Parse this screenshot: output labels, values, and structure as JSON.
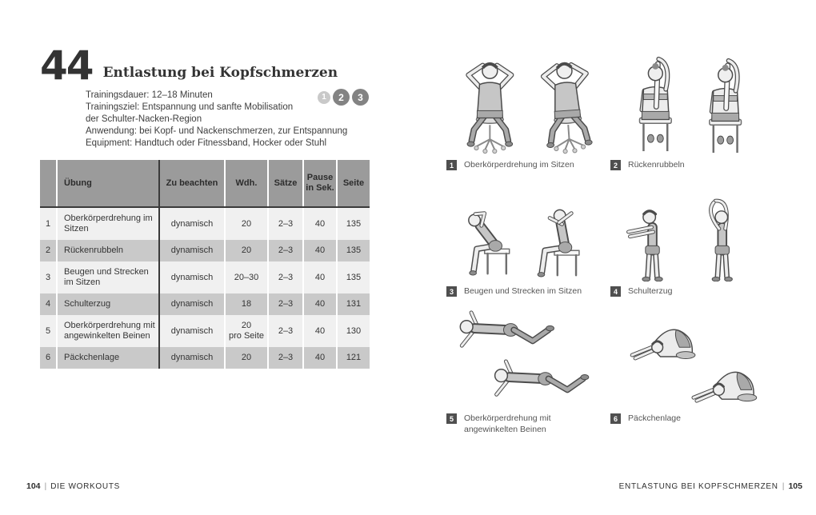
{
  "page": {
    "workout_number": "44",
    "title": "Entlastung bei Kopfschmerzen",
    "details": [
      "Trainingsdauer: 12–18 Minuten",
      "Trainingsziel: Entspannung und sanfte Mobilisation",
      "der Schulter-Nacken-Region",
      "Anwendung: bei Kopf- und Nackenschmerzen, zur Entspannung",
      "Equipment: Handtuch oder Fitnessband, Hocker oder Stuhl"
    ],
    "difficulty": {
      "levels": [
        "1",
        "2",
        "3"
      ],
      "active_levels": [
        "2",
        "3"
      ],
      "active_color": "#838383",
      "inactive_color": "#c9c9c9"
    }
  },
  "table": {
    "headers": {
      "num": "",
      "uebung": "Übung",
      "zu_beachten": "Zu beachten",
      "wdh": "Wdh.",
      "saetze": "Sätze",
      "pause": "Pause\nin Sek.",
      "seite": "Seite"
    },
    "rows": [
      {
        "num": "1",
        "uebung": "Oberkörperdrehung im Sitzen",
        "zu_beachten": "dynamisch",
        "wdh": "20",
        "saetze": "2–3",
        "pause": "40",
        "seite": "135"
      },
      {
        "num": "2",
        "uebung": "Rückenrubbeln",
        "zu_beachten": "dynamisch",
        "wdh": "20",
        "saetze": "2–3",
        "pause": "40",
        "seite": "135"
      },
      {
        "num": "3",
        "uebung": "Beugen und Strecken im Sitzen",
        "zu_beachten": "dynamisch",
        "wdh": "20–30",
        "saetze": "2–3",
        "pause": "40",
        "seite": "135"
      },
      {
        "num": "4",
        "uebung": "Schulterzug",
        "zu_beachten": "dynamisch",
        "wdh": "18",
        "saetze": "2–3",
        "pause": "40",
        "seite": "131"
      },
      {
        "num": "5",
        "uebung": "Oberkörperdrehung mit angewinkelten Beinen",
        "zu_beachten": "dynamisch",
        "wdh": "20\npro Seite",
        "saetze": "2–3",
        "pause": "40",
        "seite": "130"
      },
      {
        "num": "6",
        "uebung": "Päckchenlage",
        "zu_beachten": "dynamisch",
        "wdh": "20",
        "saetze": "2–3",
        "pause": "40",
        "seite": "121"
      }
    ]
  },
  "figures": [
    {
      "num": "1",
      "label": "Oberkörperdrehung im Sitzen"
    },
    {
      "num": "2",
      "label": "Rückenrubbeln"
    },
    {
      "num": "3",
      "label": "Beugen und Strecken im Sitzen"
    },
    {
      "num": "4",
      "label": "Schulterzug"
    },
    {
      "num": "5",
      "label": "Oberkörperdrehung mit angewinkelten Beinen"
    },
    {
      "num": "6",
      "label": "Päckchenlage"
    }
  ],
  "footer": {
    "left_page_number": "104",
    "left_section": "DIE WORKOUTS",
    "right_section": "ENTLASTUNG BEI KOPFSCHMERZEN",
    "right_page_number": "105"
  }
}
